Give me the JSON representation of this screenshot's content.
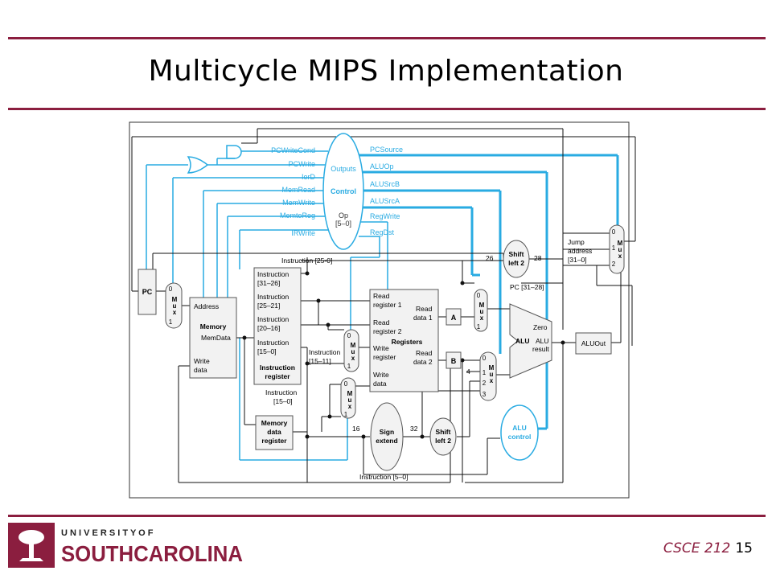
{
  "slide": {
    "title": "Multicycle MIPS Implementation",
    "course": "CSCE 212",
    "page_number": "15"
  },
  "logo": {
    "top_line": "U N I V E R S I T Y   O F",
    "name": "SOUTHCAROLINA",
    "colors": {
      "garnet": "#8b1e3f",
      "black": "#000000"
    }
  },
  "diagram": {
    "colors": {
      "control": "#29abe2",
      "datapath": "#000000",
      "block_fill": "#f2f2f2",
      "block_stroke": "#555555"
    },
    "control_outputs_left": [
      "PCWriteCond",
      "PCWrite",
      "IorD",
      "MemRead",
      "MemWrite",
      "MemtoReg",
      "IRWrite"
    ],
    "control_outputs_right": [
      "PCSource",
      "ALUOp",
      "ALUSrcB",
      "ALUSrcA",
      "RegWrite",
      "RegDst"
    ],
    "control_unit": {
      "outputs": "Outputs",
      "name": "Control",
      "op": "Op",
      "op_bits": "[5–0]"
    },
    "pc": "PC",
    "mux_labels": {
      "zero": "0",
      "one": "1",
      "two": "2",
      "three": "3",
      "m": "M",
      "u": "u",
      "x": "x"
    },
    "memory": {
      "address": "Address",
      "name": "Memory",
      "memdata": "MemData",
      "write": "Write",
      "data": "data"
    },
    "instruction_register": {
      "f1": "Instruction",
      "f1b": "[31–26]",
      "f2": "Instruction",
      "f2b": "[25–21]",
      "f3": "Instruction",
      "f3b": "[20–16]",
      "f4": "Instruction",
      "f4b": "[15–0]",
      "name1": "Instruction",
      "name2": "register"
    },
    "instr_25_0": "Instruction [25-0]",
    "instr_15_11_a": "Instruction",
    "instr_15_11_b": "[15–11]",
    "instr_15_0_a": "Instruction",
    "instr_15_0_b": "[15–0]",
    "instr_5_0": "Instruction [5–0]",
    "mdr": {
      "l1": "Memory",
      "l2": "data",
      "l3": "register"
    },
    "registers": {
      "rr1a": "Read",
      "rr1b": "register 1",
      "rr2a": "Read",
      "rr2b": "register 2",
      "wra": "Write",
      "wrb": "register",
      "wda": "Write",
      "wdb": "data",
      "rd1a": "Read",
      "rd1b": "data 1",
      "rd2a": "Read",
      "rd2b": "data 2",
      "name": "Registers"
    },
    "a_reg": "A",
    "b_reg": "B",
    "const_four": "4",
    "sign_extend": {
      "l1": "Sign",
      "l2": "extend",
      "in": "16",
      "out": "32"
    },
    "shift_left2_a": {
      "l1": "Shift",
      "l2": "left 2",
      "in": "26",
      "out": "28"
    },
    "shift_left2_b": {
      "l1": "Shift",
      "l2": "left 2"
    },
    "pc_31_28": "PC [31–28]",
    "jump": {
      "l1": "Jump",
      "l2": "address",
      "l3": "[31–0]"
    },
    "alu": {
      "name": "ALU",
      "zero": "Zero",
      "result1": "ALU",
      "result2": "result"
    },
    "aluout": "ALUOut",
    "alu_control": {
      "l1": "ALU",
      "l2": "control"
    }
  }
}
